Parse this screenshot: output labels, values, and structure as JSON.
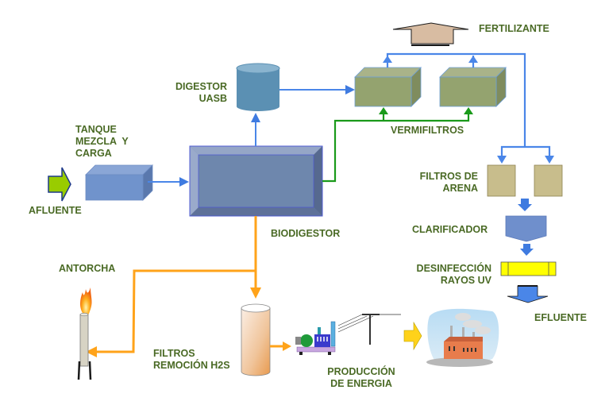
{
  "diagram": {
    "title": "Sistema de tratamiento con biodigestor",
    "colors": {
      "label_text": "#4a6a25",
      "water_flow": "#4a86e8",
      "green_flow": "#1a9a1a",
      "gas_flow": "#ffa31a",
      "biodigestor": "#6e87ad",
      "vermifilter": "#94a36f",
      "sand_filter": "#c8bd8c",
      "uv": "#ffff00"
    },
    "nodes": {
      "afluente": {
        "label": "AFLUENTE",
        "icon": "green-arrow-icon"
      },
      "tanque": {
        "label_lines": [
          "TANQUE",
          "MEZCLA  Y",
          "CARGA"
        ]
      },
      "digestor_uasb": {
        "label_lines": [
          "DIGESTOR",
          "UASB"
        ]
      },
      "biodigestor": {
        "label": "BIODIGESTOR"
      },
      "fertilizante": {
        "label": "FERTILIZANTE",
        "icon": "up-arrow-icon"
      },
      "vermifiltros": {
        "label": "VERMIFILTROS"
      },
      "filtros_arena": {
        "label_lines": [
          "FILTROS DE",
          "ARENA"
        ]
      },
      "clarificador": {
        "label": "CLARIFICADOR"
      },
      "desinfeccion": {
        "label_lines": [
          "DESINFECCIÓN",
          "RAYOS UV"
        ]
      },
      "efluente": {
        "label": "EFLUENTE",
        "icon": "down-arrow-icon"
      },
      "antorcha": {
        "label": "ANTORCHA",
        "icon": "flame-icon"
      },
      "filtros_h2s": {
        "label_lines": [
          "FILTROS",
          "REMOCIÓN H2S"
        ]
      },
      "produccion_energia": {
        "label_lines": [
          "PRODUCCIÓN",
          "DE ENERGIA"
        ],
        "icons": [
          "generator-icon",
          "power-line-icon",
          "factory-icon"
        ]
      }
    },
    "edges": [
      {
        "from": "afluente",
        "to": "tanque",
        "type": "water"
      },
      {
        "from": "tanque",
        "to": "biodigestor",
        "type": "water"
      },
      {
        "from": "biodigestor",
        "to": "digestor_uasb",
        "type": "water"
      },
      {
        "from": "digestor_uasb",
        "to": "vermifiltros",
        "type": "water"
      },
      {
        "from": "biodigestor",
        "to": "vermifiltros",
        "type": "sludge"
      },
      {
        "from": "vermifiltros",
        "to": "fertilizante",
        "type": "water"
      },
      {
        "from": "vermifiltros",
        "to": "filtros_arena",
        "type": "water"
      },
      {
        "from": "filtros_arena",
        "to": "clarificador",
        "type": "water"
      },
      {
        "from": "clarificador",
        "to": "desinfeccion",
        "type": "water"
      },
      {
        "from": "desinfeccion",
        "to": "efluente",
        "type": "water"
      },
      {
        "from": "biodigestor",
        "to": "filtros_h2s",
        "type": "gas"
      },
      {
        "from": "biodigestor",
        "to": "antorcha",
        "type": "gas"
      },
      {
        "from": "filtros_h2s",
        "to": "produccion_energia",
        "type": "gas"
      }
    ]
  }
}
